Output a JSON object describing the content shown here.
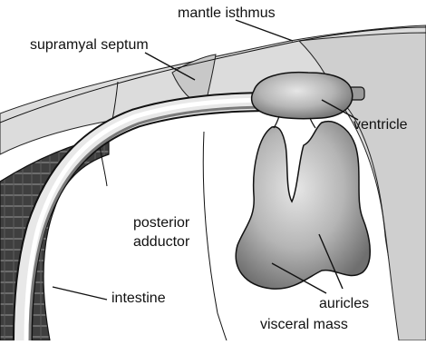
{
  "figure": {
    "labels": {
      "mantle_isthmus": "mantle isthmus",
      "supramyal_septum": "supramyal septum",
      "ventricle": "ventricle",
      "posterior": "posterior",
      "adductor": "adductor",
      "intestine": "intestine",
      "auricles": "auricles",
      "visceral_mass": "visceral mass"
    },
    "colors": {
      "background": "#ffffff",
      "grey_region": "#d9d9d9",
      "muscle": "#4a4a4a",
      "organ_fill": "#bdbdbd",
      "ink": "#111111"
    }
  }
}
